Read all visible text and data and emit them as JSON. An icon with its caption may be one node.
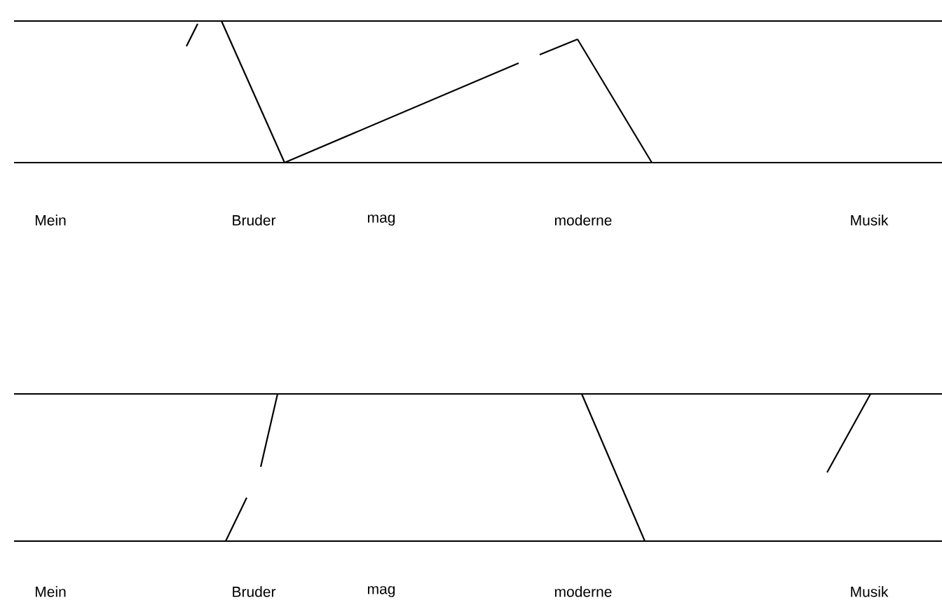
{
  "diagram": {
    "labels": [
      "Mein",
      "Bruder",
      "mag",
      "moderne",
      "Musik",
      "Mein",
      "Bruder",
      "mag",
      "moderne",
      "Musik"
    ]
  }
}
